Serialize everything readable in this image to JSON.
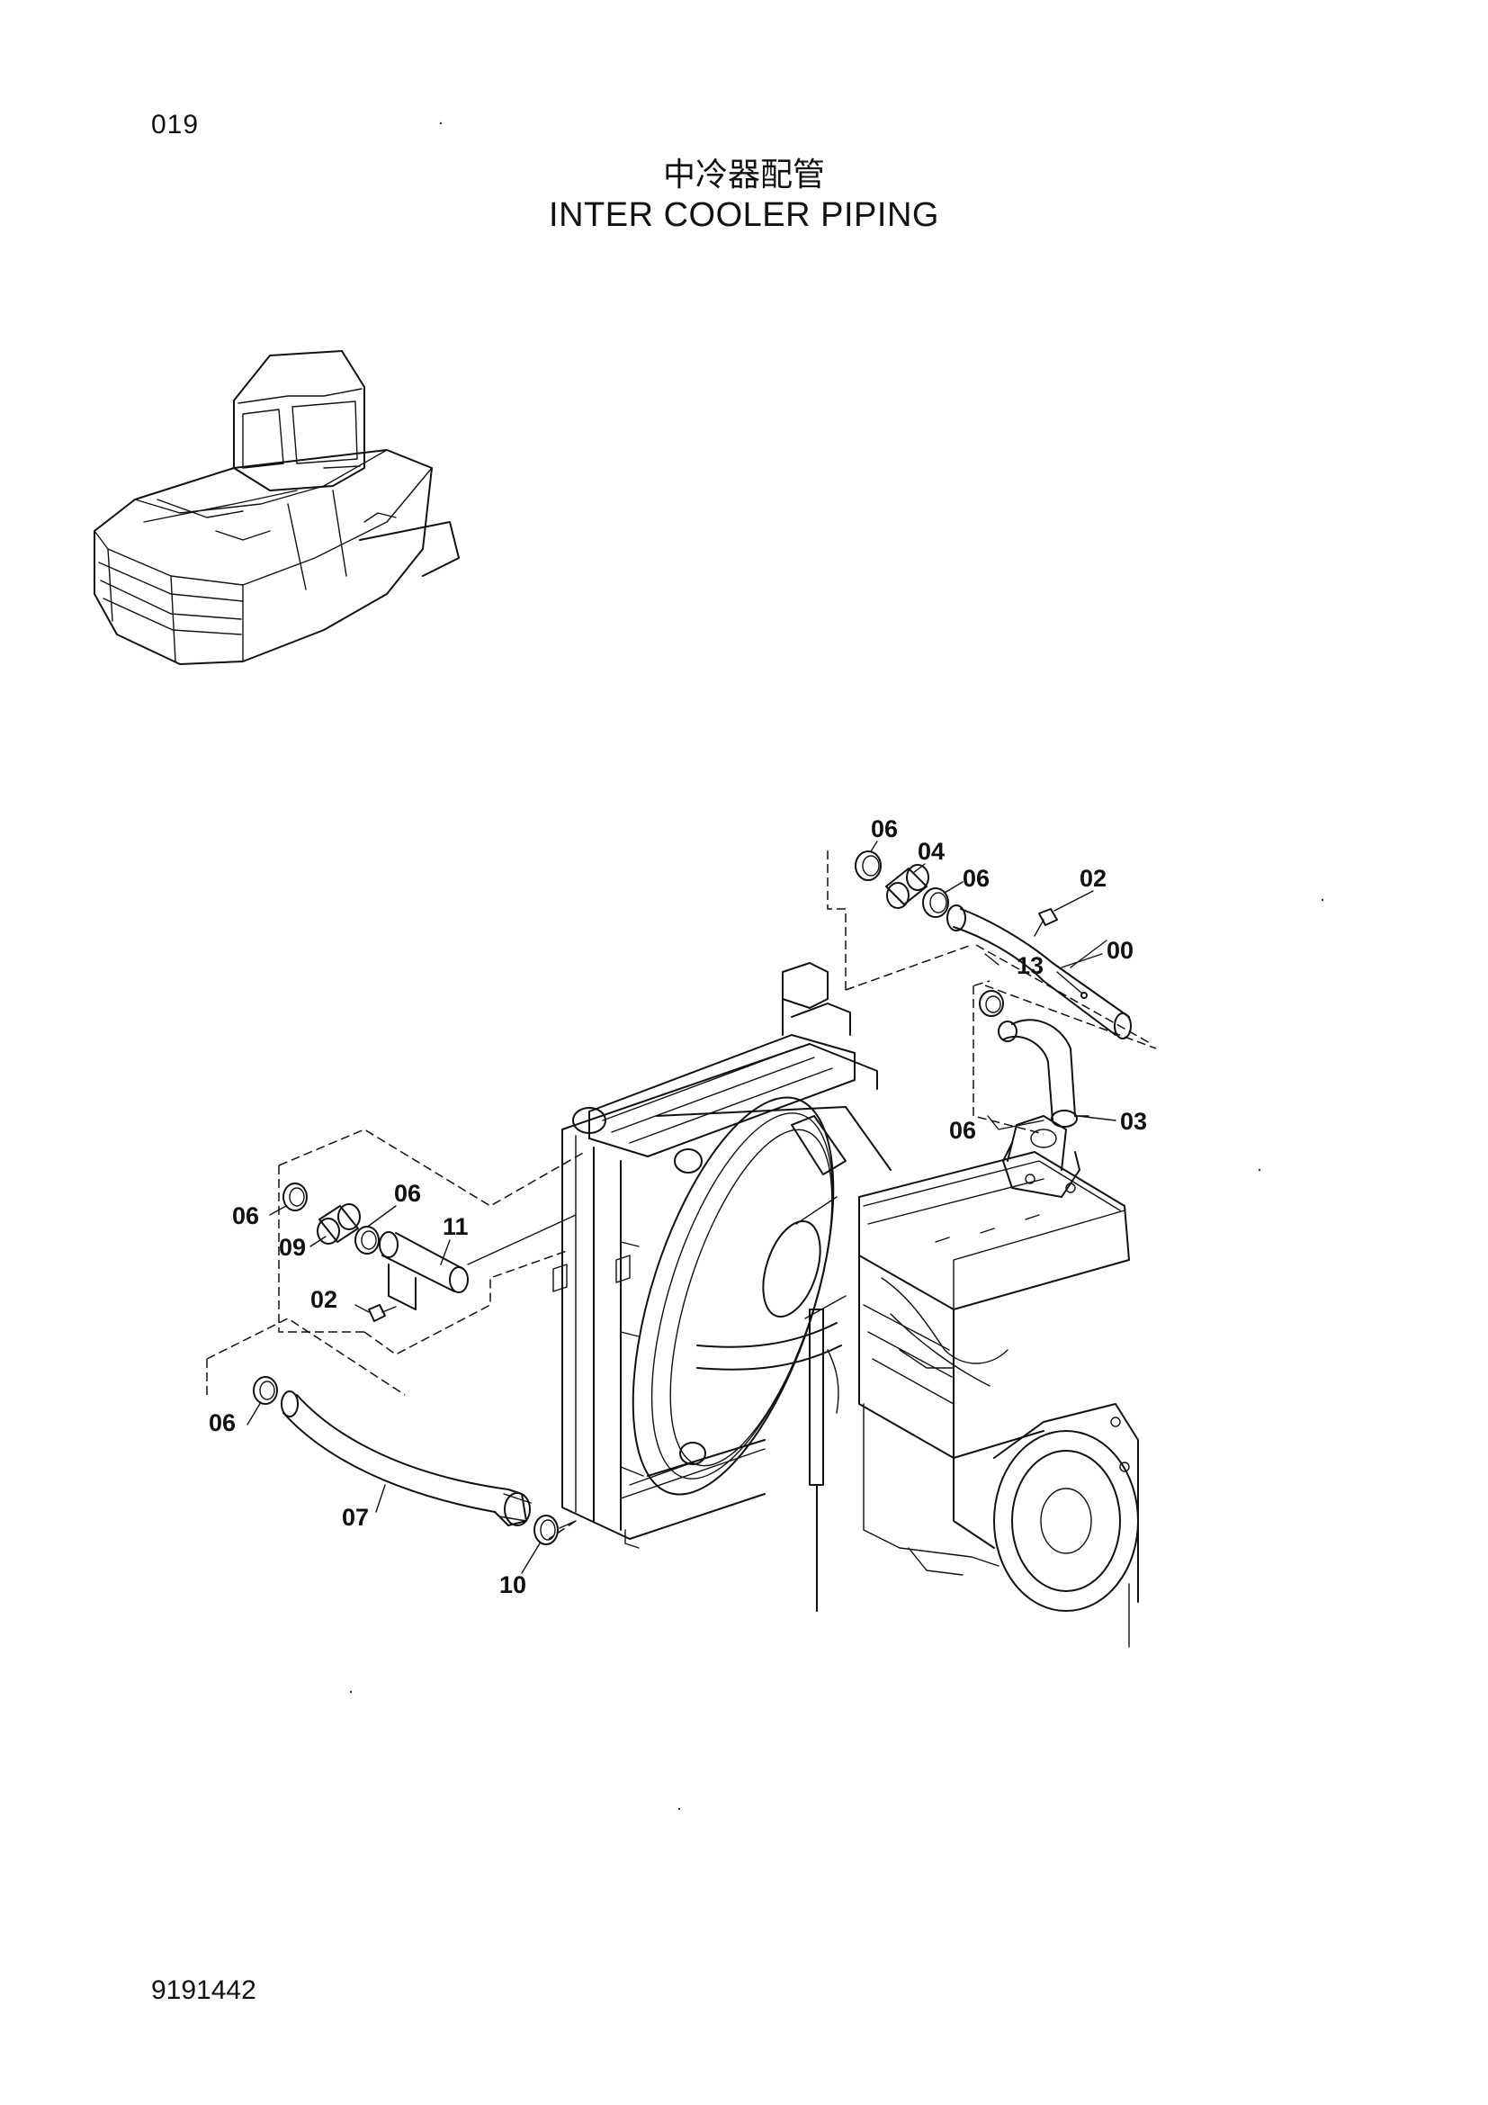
{
  "header": {
    "page_number": "019",
    "title_cn": "中冷器配管",
    "title_en": "INTER COOLER PIPING"
  },
  "footer": {
    "doc_code": "9191442"
  },
  "callouts": [
    {
      "id": "c1",
      "text": "06"
    },
    {
      "id": "c2",
      "text": "04"
    },
    {
      "id": "c3",
      "text": "06"
    },
    {
      "id": "c4",
      "text": "02"
    },
    {
      "id": "c5",
      "text": "00"
    },
    {
      "id": "c6",
      "text": "13"
    },
    {
      "id": "c7",
      "text": "06"
    },
    {
      "id": "c8",
      "text": "03"
    },
    {
      "id": "c9",
      "text": "06"
    },
    {
      "id": "c10",
      "text": "06"
    },
    {
      "id": "c11",
      "text": "09"
    },
    {
      "id": "c12",
      "text": "11"
    },
    {
      "id": "c13",
      "text": "02"
    },
    {
      "id": "c14",
      "text": "06"
    },
    {
      "id": "c15",
      "text": "07"
    },
    {
      "id": "c16",
      "text": "10"
    }
  ]
}
